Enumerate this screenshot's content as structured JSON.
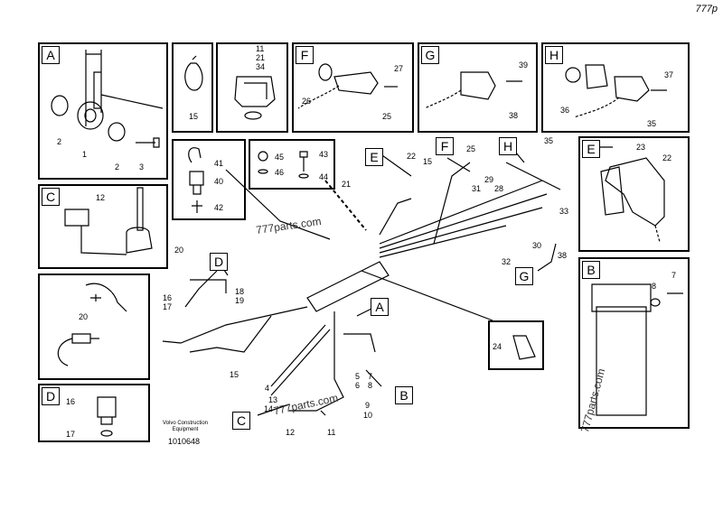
{
  "page_ref": "777p",
  "footer": {
    "company_line1": "Volvo Construction",
    "company_line2": "Equipment",
    "drawing_no": "1010648"
  },
  "watermarks": [
    "777parts.com",
    "777parts.com",
    "777parts.com"
  ],
  "callouts": {
    "A": "A",
    "B": "B",
    "C": "C",
    "D": "D",
    "E": "E",
    "F": "F",
    "G": "G",
    "H": "H"
  },
  "numbers": {
    "n1": "1",
    "n2": "2",
    "n3": "3",
    "n4": "4",
    "n5": "5",
    "n6": "6",
    "n7": "7",
    "n8": "8",
    "n9": "9",
    "n10": "10",
    "n11": "11",
    "n12": "12",
    "n13": "13",
    "n14": "14",
    "n15": "15",
    "n16": "16",
    "n17": "17",
    "n18": "18",
    "n19": "19",
    "n20": "20",
    "n21": "21",
    "n22": "22",
    "n23": "23",
    "n24": "24",
    "n25": "25",
    "n26": "26",
    "n27": "27",
    "n28": "28",
    "n29": "29",
    "n30": "30",
    "n31": "31",
    "n32": "32",
    "n33": "33",
    "n34": "34",
    "n35": "35",
    "n36": "36",
    "n37": "37",
    "n38": "38",
    "n39": "39",
    "n40": "40",
    "n41": "41",
    "n42": "42",
    "n43": "43",
    "n44": "44",
    "n45": "45",
    "n46": "46"
  }
}
